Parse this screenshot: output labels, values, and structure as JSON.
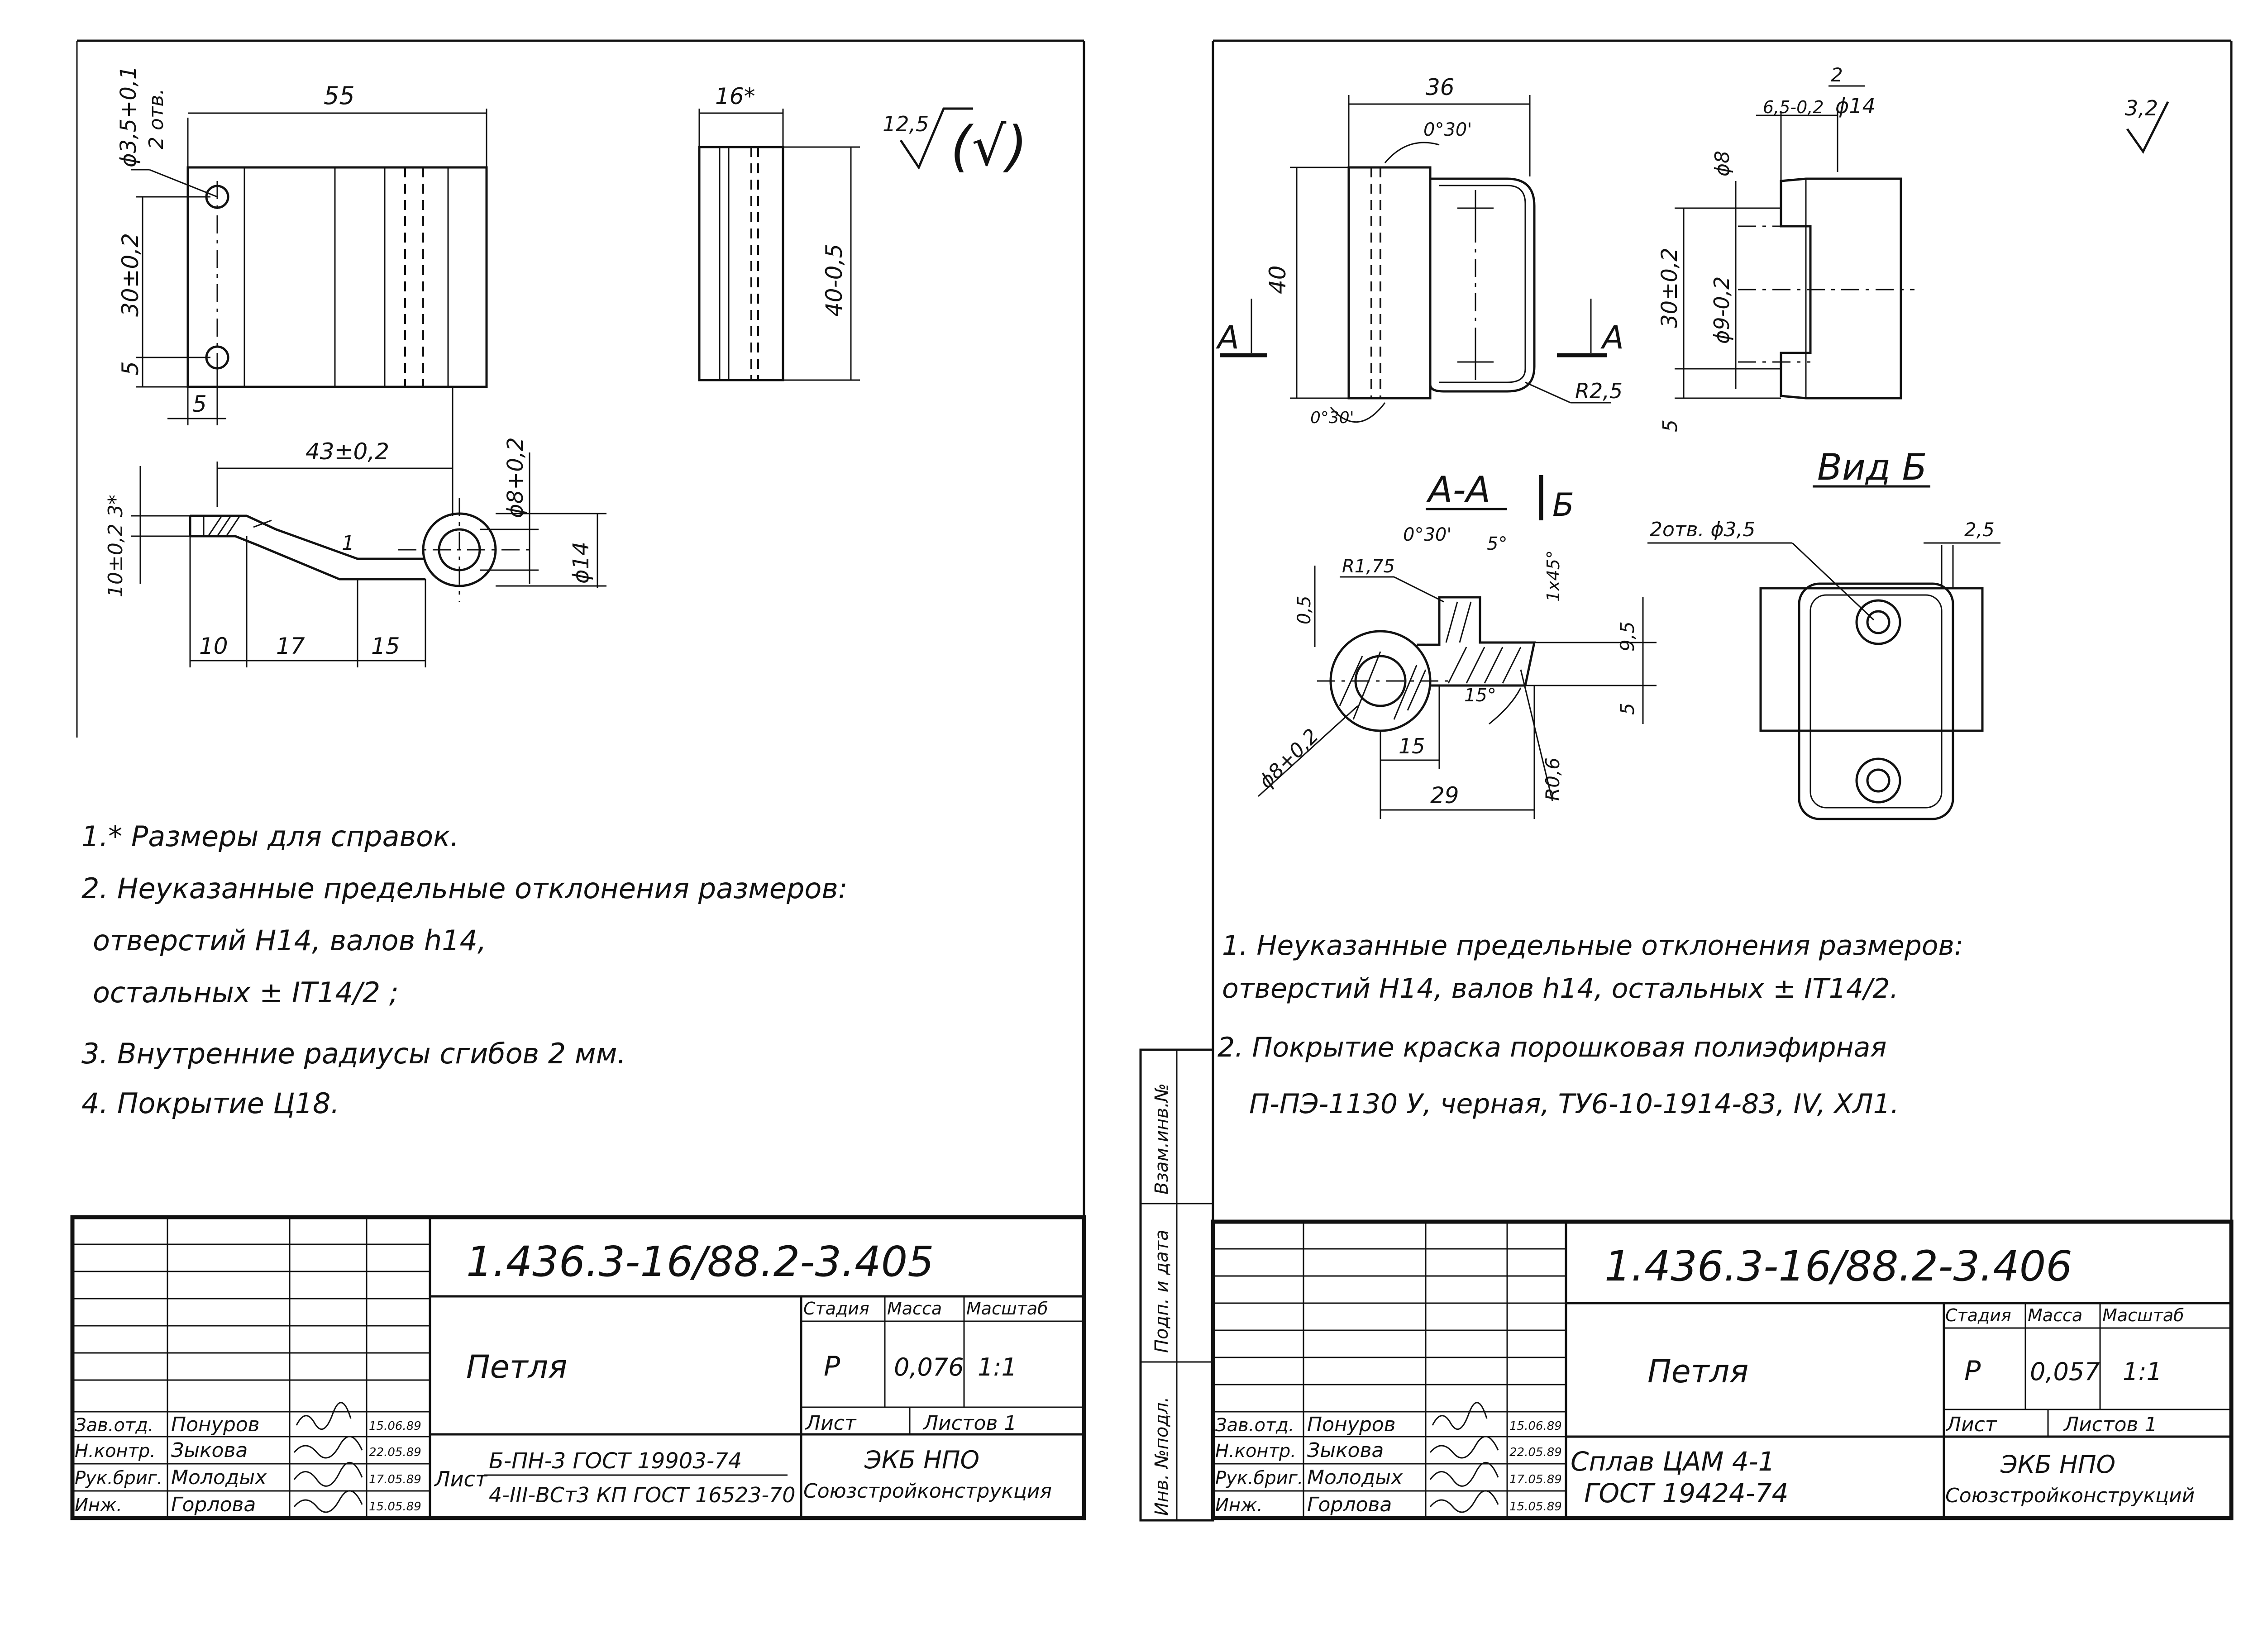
{
  "left_sheet": {
    "dims": {
      "hole_dia": "ϕ3,5+0,1",
      "holes_count": "2 отв.",
      "width_55": "55",
      "height_30": "30±0,2",
      "edge_5v": "5",
      "edge_5h": "5",
      "thick_16": "16*",
      "length_40": "40-0,5",
      "offset_43": "43±0,2",
      "height_10": "10±0,2 3*",
      "dia_8": "ϕ8+0,2",
      "dia_14": "ϕ14",
      "seg_10": "10",
      "seg_17": "17",
      "seg_15": "15",
      "one": "1",
      "roughness": "12,5",
      "roughness_mark": "(√)"
    },
    "notes": [
      "1.* Размеры для справок.",
      "2. Неуказанные предельные отклонения размеров:",
      "отверстий H14, валов h14,",
      "остальных ± IT14/2 ;",
      "3. Внутренние радиусы сгибов 2 мм.",
      "4. Покрытие Ц18."
    ],
    "title_block": {
      "doc_number": "1.436.3-16/88.2-3.405",
      "name": "Петля",
      "material_1": "Б-ПН-3 ГОСТ 19903-74",
      "material_2": "4-III-ВСт3 КП ГОСТ 16523-70",
      "material_prefix": "Лист",
      "stage_h": "Стадия",
      "mass_h": "Масса",
      "scale_h": "Масштаб",
      "stage": "Р",
      "mass": "0,076",
      "scale": "1:1",
      "sheet": "Лист",
      "sheets": "Листов 1",
      "org_1": "ЭКБ НПО",
      "org_2": "Союзстройконструкция",
      "people": [
        {
          "role": "Зав.отд.",
          "name": "Понуров",
          "date": "15.06.89"
        },
        {
          "role": "Н.контр.",
          "name": "Зыкова",
          "date": "22.05.89"
        },
        {
          "role": "Рук.бриг.",
          "name": "Молодых",
          "date": "17.05.89"
        },
        {
          "role": "Инж.",
          "name": "Горлова",
          "date": "15.05.89"
        }
      ]
    }
  },
  "right_sheet": {
    "dims": {
      "width_36": "36",
      "angle_top": "0°30'",
      "height_40": "40",
      "angle_bot": "0°30'",
      "r25": "R2,5",
      "section_a": "А",
      "dim_2": "2",
      "dim_65": "6,5-0,2",
      "dia_14": "ϕ14",
      "dia_8": "ϕ8",
      "height_30": "30±0,2",
      "dia_9": "ϕ9-0,2",
      "edge_5": "5",
      "roughness": "3,2",
      "section_title": "А-А",
      "view_b_arrow": "Б",
      "sec_angle": "0°30'",
      "sec_5deg": "5°",
      "chamfer": "1x45°",
      "r175": "R1,75",
      "dim_05": "0,5",
      "dim_95": "9,5",
      "deg15": "15°",
      "dim_5b": "5",
      "dim_15": "15",
      "r06": "R0,6",
      "dia_8b": "ϕ8+0,2",
      "dim_29": "29",
      "view_b": "Вид Б",
      "holes": "2отв. ϕ3,5",
      "dim_25": "2,5"
    },
    "notes": [
      "1. Неуказанные предельные отклонения размеров:",
      "отверстий H14, валов h14, остальных ± IT14/2.",
      "2. Покрытие краска порошковая полиэфирная",
      "П-ПЭ-1130 У, черная, ТУ6-10-1914-83, IV, ХЛ1."
    ],
    "side_labels": [
      "Взам.инв.№",
      "Подп. и дата",
      "Инв. №подл."
    ],
    "title_block": {
      "doc_number": "1.436.3-16/88.2-3.406",
      "name": "Петля",
      "material_1": "Сплав ЦАМ 4-1",
      "material_2": "ГОСТ 19424-74",
      "stage_h": "Стадия",
      "mass_h": "Масса",
      "scale_h": "Масштаб",
      "stage": "Р",
      "mass": "0,057",
      "scale": "1:1",
      "sheet": "Лист",
      "sheets": "Листов 1",
      "org_1": "ЭКБ НПО",
      "org_2": "Союзстройконструкций",
      "people": [
        {
          "role": "Зав.отд.",
          "name": "Понуров",
          "date": "15.06.89"
        },
        {
          "role": "Н.контр.",
          "name": "Зыкова",
          "date": "22.05.89"
        },
        {
          "role": "Рук.бриг.",
          "name": "Молодых",
          "date": "17.05.89"
        },
        {
          "role": "Инж.",
          "name": "Горлова",
          "date": "15.05.89"
        }
      ]
    }
  }
}
